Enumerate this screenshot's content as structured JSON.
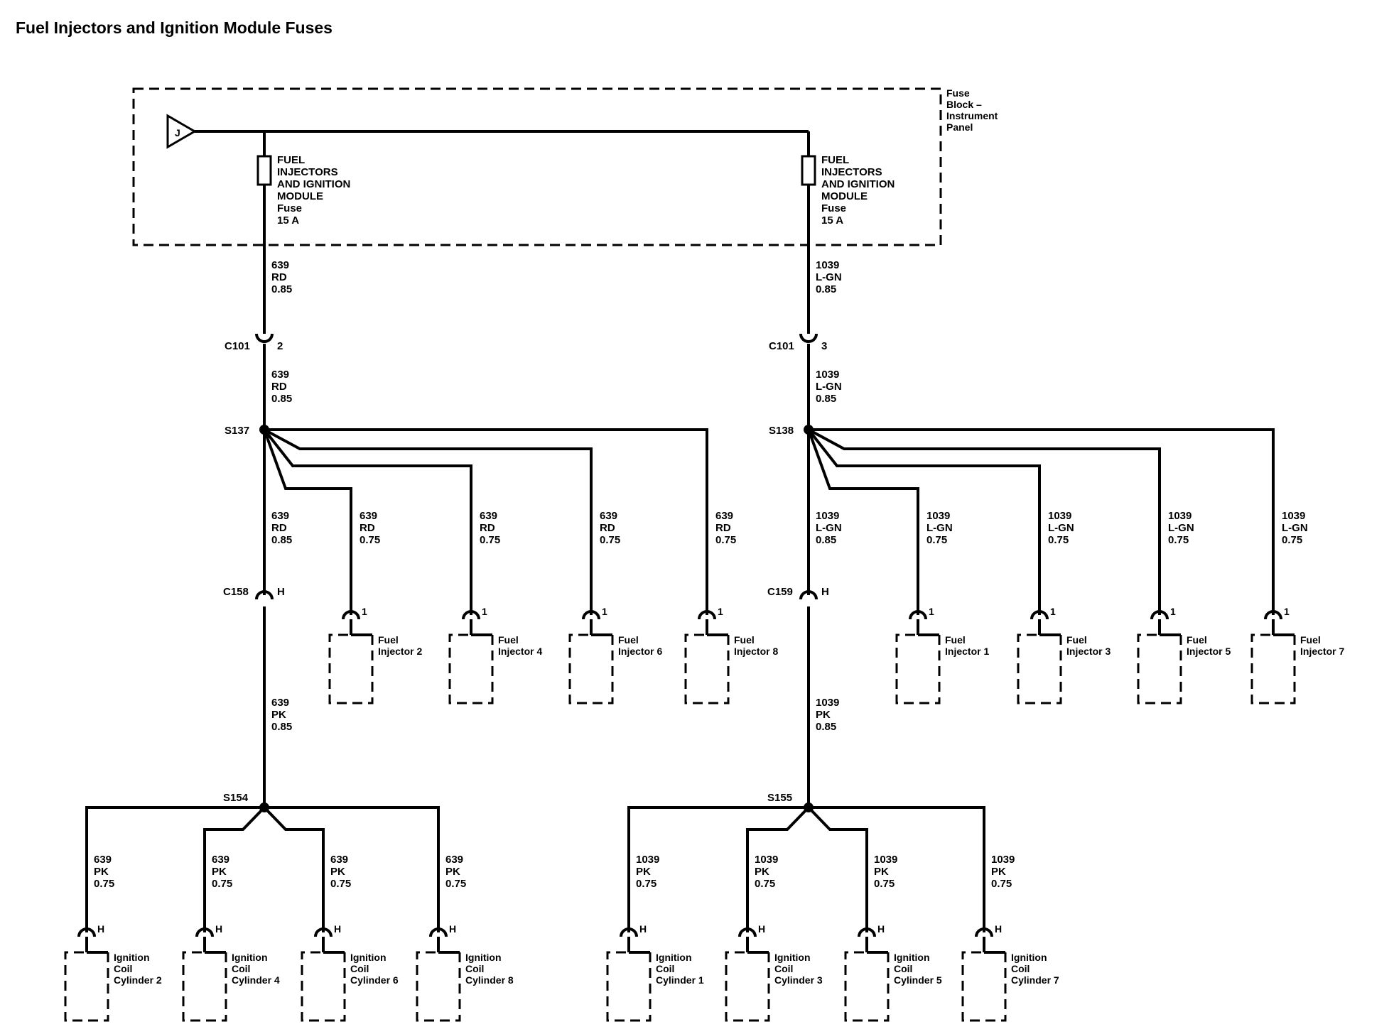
{
  "title": "Fuel Injectors and Ignition Module Fuses",
  "fuse_block": {
    "label": [
      "Fuse",
      "Block –",
      "Instrument",
      "Panel"
    ],
    "feed": "J"
  },
  "fuse_label": [
    "FUEL",
    "INJECTORS",
    "AND IGNITION",
    "MODULE",
    "Fuse",
    "15 A"
  ],
  "sides": [
    {
      "key": "left",
      "feed_wire": [
        "639",
        "RD",
        "0.85"
      ],
      "c101": {
        "name": "C101",
        "pin": "2"
      },
      "after_c101_wire": [
        "639",
        "RD",
        "0.85"
      ],
      "splice": "S137",
      "trunk_wire": [
        "639",
        "RD",
        "0.85"
      ],
      "c15x": {
        "name": "C158",
        "pin": "H"
      },
      "pk_wire": [
        "639",
        "PK",
        "0.85"
      ],
      "splice2": "S154",
      "injectors": [
        {
          "wire": [
            "639",
            "RD",
            "0.75"
          ],
          "pin": "1",
          "name": [
            "Fuel",
            "Injector 2"
          ]
        },
        {
          "wire": [
            "639",
            "RD",
            "0.75"
          ],
          "pin": "1",
          "name": [
            "Fuel",
            "Injector 4"
          ]
        },
        {
          "wire": [
            "639",
            "RD",
            "0.75"
          ],
          "pin": "1",
          "name": [
            "Fuel",
            "Injector 6"
          ]
        },
        {
          "wire": [
            "639",
            "RD",
            "0.75"
          ],
          "pin": "1",
          "name": [
            "Fuel",
            "Injector 8"
          ]
        }
      ],
      "coils": [
        {
          "wire": [
            "639",
            "PK",
            "0.75"
          ],
          "pin": "H",
          "name": [
            "Ignition",
            "Coil",
            "Cylinder 2"
          ]
        },
        {
          "wire": [
            "639",
            "PK",
            "0.75"
          ],
          "pin": "H",
          "name": [
            "Ignition",
            "Coil",
            "Cylinder 4"
          ]
        },
        {
          "wire": [
            "639",
            "PK",
            "0.75"
          ],
          "pin": "H",
          "name": [
            "Ignition",
            "Coil",
            "Cylinder 6"
          ]
        },
        {
          "wire": [
            "639",
            "PK",
            "0.75"
          ],
          "pin": "H",
          "name": [
            "Ignition",
            "Coil",
            "Cylinder 8"
          ]
        }
      ]
    },
    {
      "key": "right",
      "feed_wire": [
        "1039",
        "L-GN",
        "0.85"
      ],
      "c101": {
        "name": "C101",
        "pin": "3"
      },
      "after_c101_wire": [
        "1039",
        "L-GN",
        "0.85"
      ],
      "splice": "S138",
      "trunk_wire": [
        "1039",
        "L-GN",
        "0.85"
      ],
      "c15x": {
        "name": "C159",
        "pin": "H"
      },
      "pk_wire": [
        "1039",
        "PK",
        "0.85"
      ],
      "splice2": "S155",
      "injectors": [
        {
          "wire": [
            "1039",
            "L-GN",
            "0.75"
          ],
          "pin": "1",
          "name": [
            "Fuel",
            "Injector 1"
          ]
        },
        {
          "wire": [
            "1039",
            "L-GN",
            "0.75"
          ],
          "pin": "1",
          "name": [
            "Fuel",
            "Injector 3"
          ]
        },
        {
          "wire": [
            "1039",
            "L-GN",
            "0.75"
          ],
          "pin": "1",
          "name": [
            "Fuel",
            "Injector 5"
          ]
        },
        {
          "wire": [
            "1039",
            "L-GN",
            "0.75"
          ],
          "pin": "1",
          "name": [
            "Fuel",
            "Injector 7"
          ]
        }
      ],
      "coils": [
        {
          "wire": [
            "1039",
            "PK",
            "0.75"
          ],
          "pin": "H",
          "name": [
            "Ignition",
            "Coil",
            "Cylinder 1"
          ]
        },
        {
          "wire": [
            "1039",
            "PK",
            "0.75"
          ],
          "pin": "H",
          "name": [
            "Ignition",
            "Coil",
            "Cylinder 3"
          ]
        },
        {
          "wire": [
            "1039",
            "PK",
            "0.75"
          ],
          "pin": "H",
          "name": [
            "Ignition",
            "Coil",
            "Cylinder 5"
          ]
        },
        {
          "wire": [
            "1039",
            "PK",
            "0.75"
          ],
          "pin": "H",
          "name": [
            "Ignition",
            "Coil",
            "Cylinder 7"
          ]
        }
      ]
    }
  ]
}
